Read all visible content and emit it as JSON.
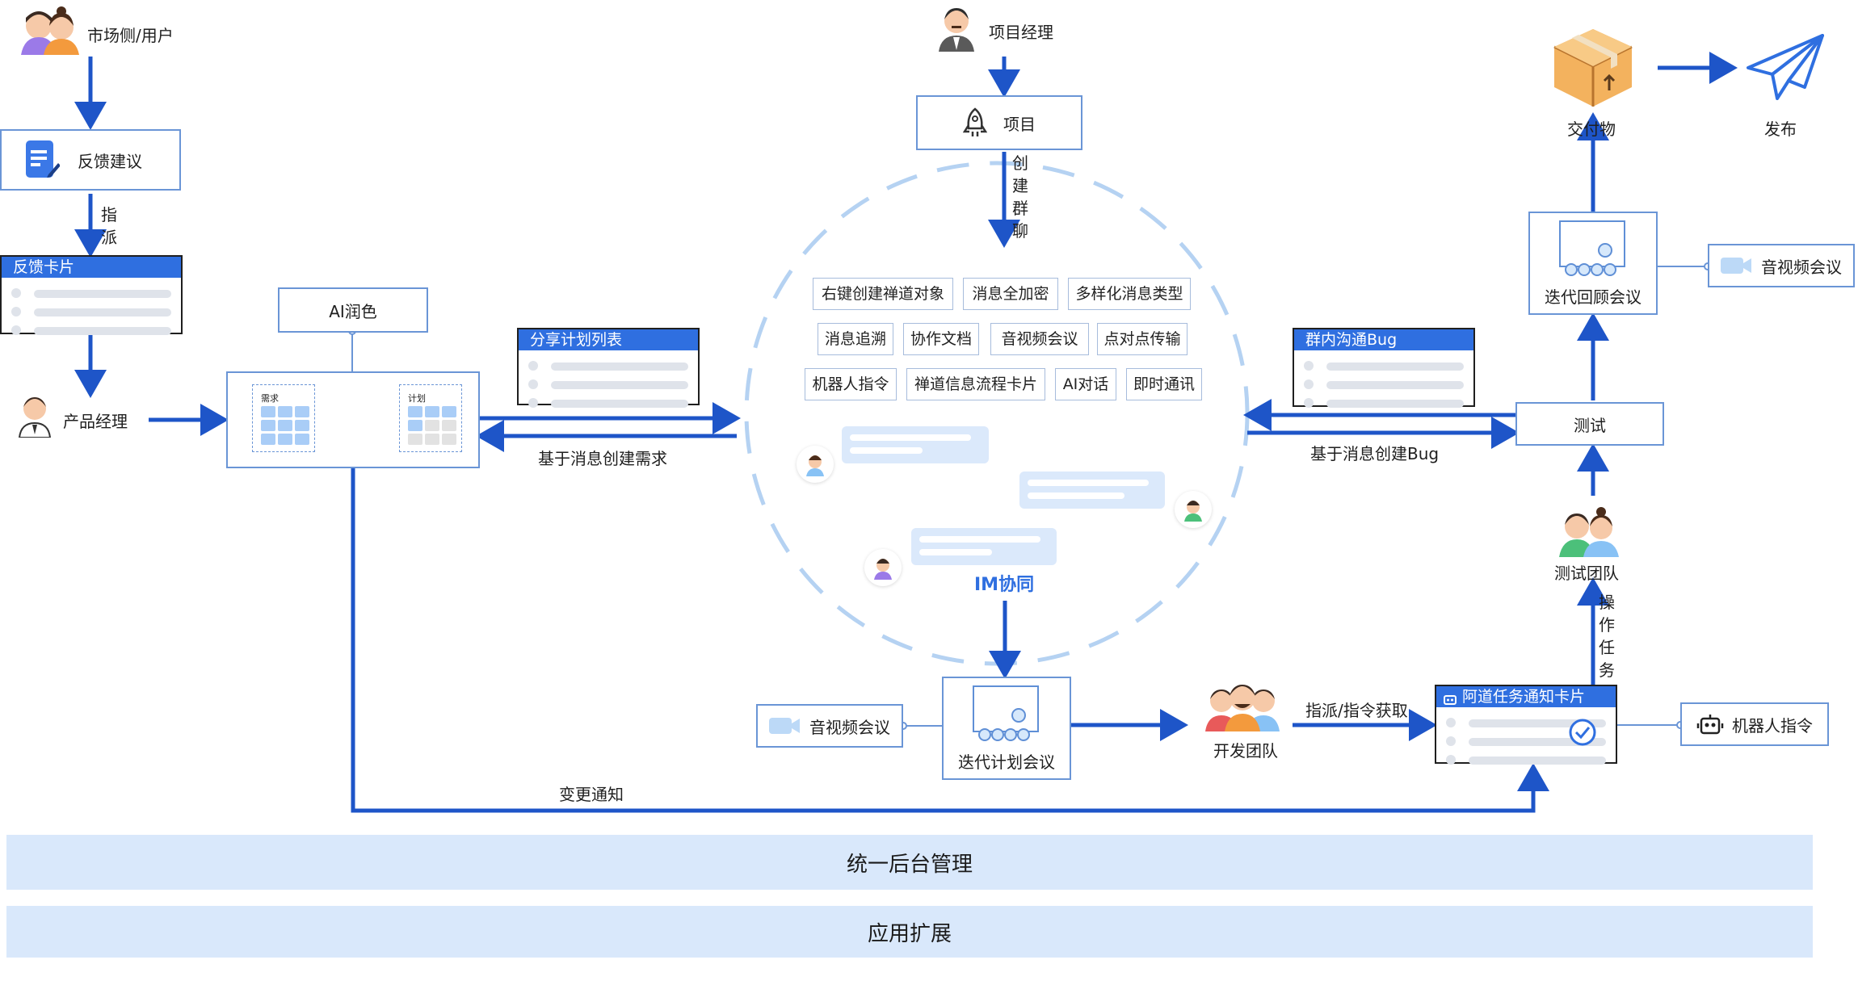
{
  "nodes": {
    "market_user": "市场侧/用户",
    "feedback_suggestion": "反馈建议",
    "assign_label": "指派",
    "feedback_card_title": "反馈卡片",
    "product_manager": "产品经理",
    "ai_polish": "AI润色",
    "req_grid_title": "需求",
    "plan_grid_title": "计划",
    "share_plan_card_title": "分享计划列表",
    "create_req_from_msg": "基于消息创建需求",
    "project_manager": "项目经理",
    "project": "项目",
    "create_group_chat": "创建群聊",
    "im_collab": "IM协同",
    "group_bug_card_title": "群内沟通Bug",
    "create_bug_from_msg": "基于消息创建Bug",
    "deliverable": "交付物",
    "release": "发布",
    "iteration_review": "迭代回顾会议",
    "av_meeting_right": "音视频会议",
    "test": "测试",
    "test_team": "测试团队",
    "operate_task": "操作任务",
    "task_card_title": "阿道任务通知卡片",
    "robot_command": "机器人指令",
    "dev_team": "开发团队",
    "assign_fetch": "指派/指令获取",
    "iteration_plan": "迭代计划会议",
    "av_meeting_left": "音视频会议",
    "change_notice": "变更通知"
  },
  "features": [
    "右键创建禅道对象",
    "消息全加密",
    "多样化消息类型",
    "消息追溯",
    "协作文档",
    "音视频会议",
    "点对点传输",
    "机器人指令",
    "禅道信息流程卡片",
    "AI对话",
    "即时通讯"
  ],
  "bands": {
    "unified_admin": "统一后台管理",
    "app_extension": "应用扩展"
  },
  "colors": {
    "accent": "#2f6fe0",
    "arrow": "#1e55c8",
    "band": "#d9e8fb",
    "box_border": "#6a95d6",
    "dash": "#b5d2f2"
  }
}
